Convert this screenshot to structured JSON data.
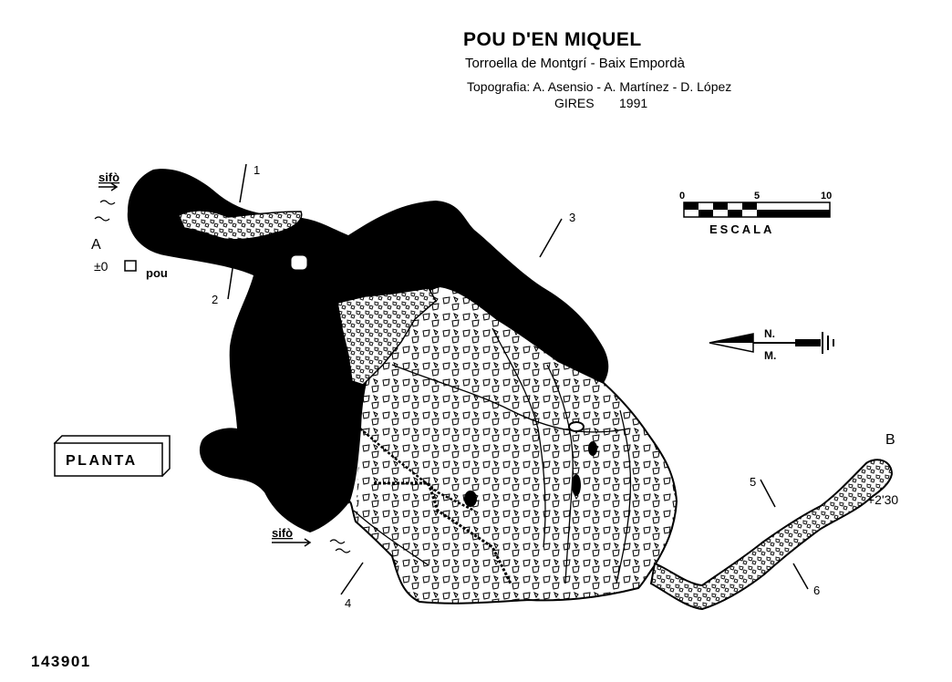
{
  "header": {
    "title": "POU D'EN MIQUEL",
    "subtitle": "Torroella de Montgrí - Baix Empordà",
    "credits": "Topografia: A. Asensio - A. Martínez - D. López",
    "group": "GIRES",
    "year": "1991"
  },
  "sheet_id": "143901",
  "view_label": "PLANTA",
  "scale": {
    "label": "ESCALA",
    "ticks": [
      "0",
      "5",
      "10"
    ]
  },
  "north": {
    "labels": [
      "N.",
      "M."
    ]
  },
  "points": {
    "a": "A",
    "a_elev": "±0",
    "well": "pou",
    "b": "B",
    "b_elev": "+2'30"
  },
  "siphons": [
    "sifò",
    "sifò"
  ],
  "sections": [
    "1",
    "2",
    "3",
    "4",
    "5",
    "6"
  ],
  "colors": {
    "ink": "#000000",
    "paper": "#ffffff"
  }
}
